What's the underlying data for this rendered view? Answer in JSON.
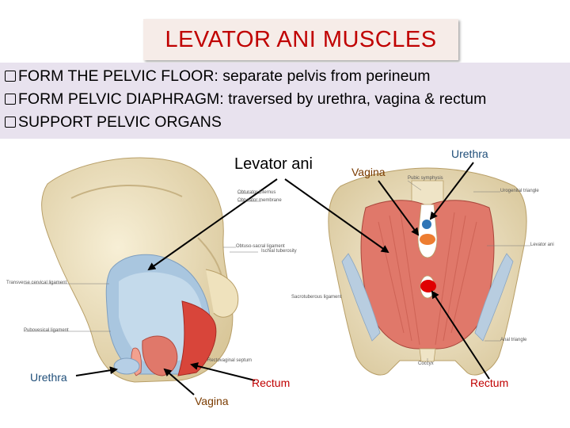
{
  "title": "LEVATOR ANI MUSCLES",
  "bullets": [
    "FORM THE PELVIC FLOOR: separate pelvis from perineum",
    "FORM PELVIC  DIAPHRAGM: traversed by urethra, vagina & rectum",
    "SUPPORT PELVIC ORGANS"
  ],
  "labels": {
    "levator_ani": "Levator ani",
    "vagina_right": "Vagina",
    "urethra_right": "Urethra",
    "urethra_left": "Urethra",
    "rectum_left": "Rectum",
    "rectum_right": "Rectum",
    "vagina_bottom": "Vagina"
  },
  "figure_left_small_labels": [
    "Obturator internus",
    "Obturator membrane",
    "Obtuso-sacral ligament",
    "Ischial tuberosity",
    "Transverse cervical ligament",
    "Pubovesical ligament",
    "Rectovaginal septum"
  ],
  "figure_right_small_labels": [
    "Pubic symphysis",
    "Urogenital triangle",
    "Levator ani",
    "Sacrotuberous ligament",
    "Anal triangle",
    "Coccyx"
  ],
  "colors": {
    "title_red": "#c00000",
    "panel_bg": "#e8e2ee",
    "arrow": "#000000",
    "muscle": "#e0786a",
    "bone": "#f2e6c4",
    "urethra_marker": "#2e75b6",
    "vagina_marker": "#ed7d31",
    "rectum_marker": "#e00000"
  }
}
